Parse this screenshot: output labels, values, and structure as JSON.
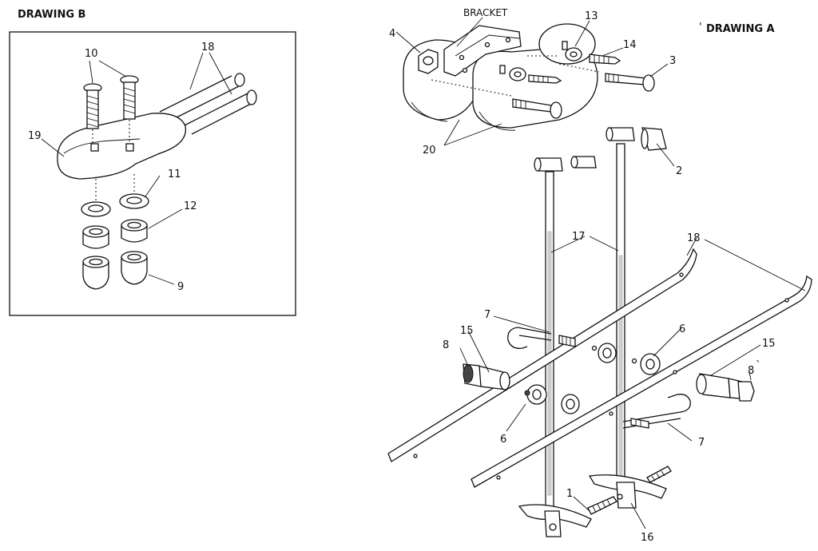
{
  "drawing_b": {
    "title": "DRAWING B",
    "labels": {
      "carriage_bolts": "10",
      "rails": "18",
      "bracket_plate": "19",
      "washers": "11",
      "nuts": "12",
      "lock_nuts": "9"
    }
  },
  "drawing_a": {
    "title": "DRAWING A",
    "title_mark": "'",
    "bracket_label": "BRACKET",
    "labels": {
      "nut": "4",
      "washer_13": "13",
      "screw_14": "14",
      "bolt_3": "3",
      "plates_20": "20",
      "cap_2": "2",
      "handle_17": "17",
      "rail_18": "18",
      "u_bolt_left": "7",
      "u_bolt_right": "7",
      "spacer_left": "15",
      "spacer_right": "15",
      "cap_nut_left": "8",
      "cap_nut_right": "8",
      "bushing_right": "6",
      "bushing_left": "6",
      "screw_1": "1",
      "foot_16": "16"
    },
    "right_cap_nut_mark": "`"
  }
}
